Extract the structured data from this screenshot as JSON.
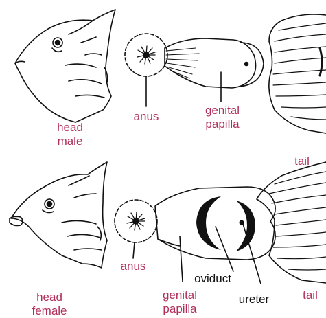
{
  "colors": {
    "label_color": "#b0305a",
    "pointer_label_color": "#111111",
    "line_color": "#111111"
  },
  "top_row": {
    "head_label_1": "head",
    "head_label_2": "male",
    "anus_label": "anus",
    "genital_label_1": "genital",
    "genital_label_2": "papilla",
    "tail_label": "tail"
  },
  "bottom_row": {
    "head_label_1": "head",
    "head_label_2": "female",
    "anus_label": "anus",
    "genital_label_1": "genital",
    "genital_label_2": "papilla",
    "oviduct_label": "oviduct",
    "ureter_label": "ureter",
    "tail_label": "tail"
  }
}
